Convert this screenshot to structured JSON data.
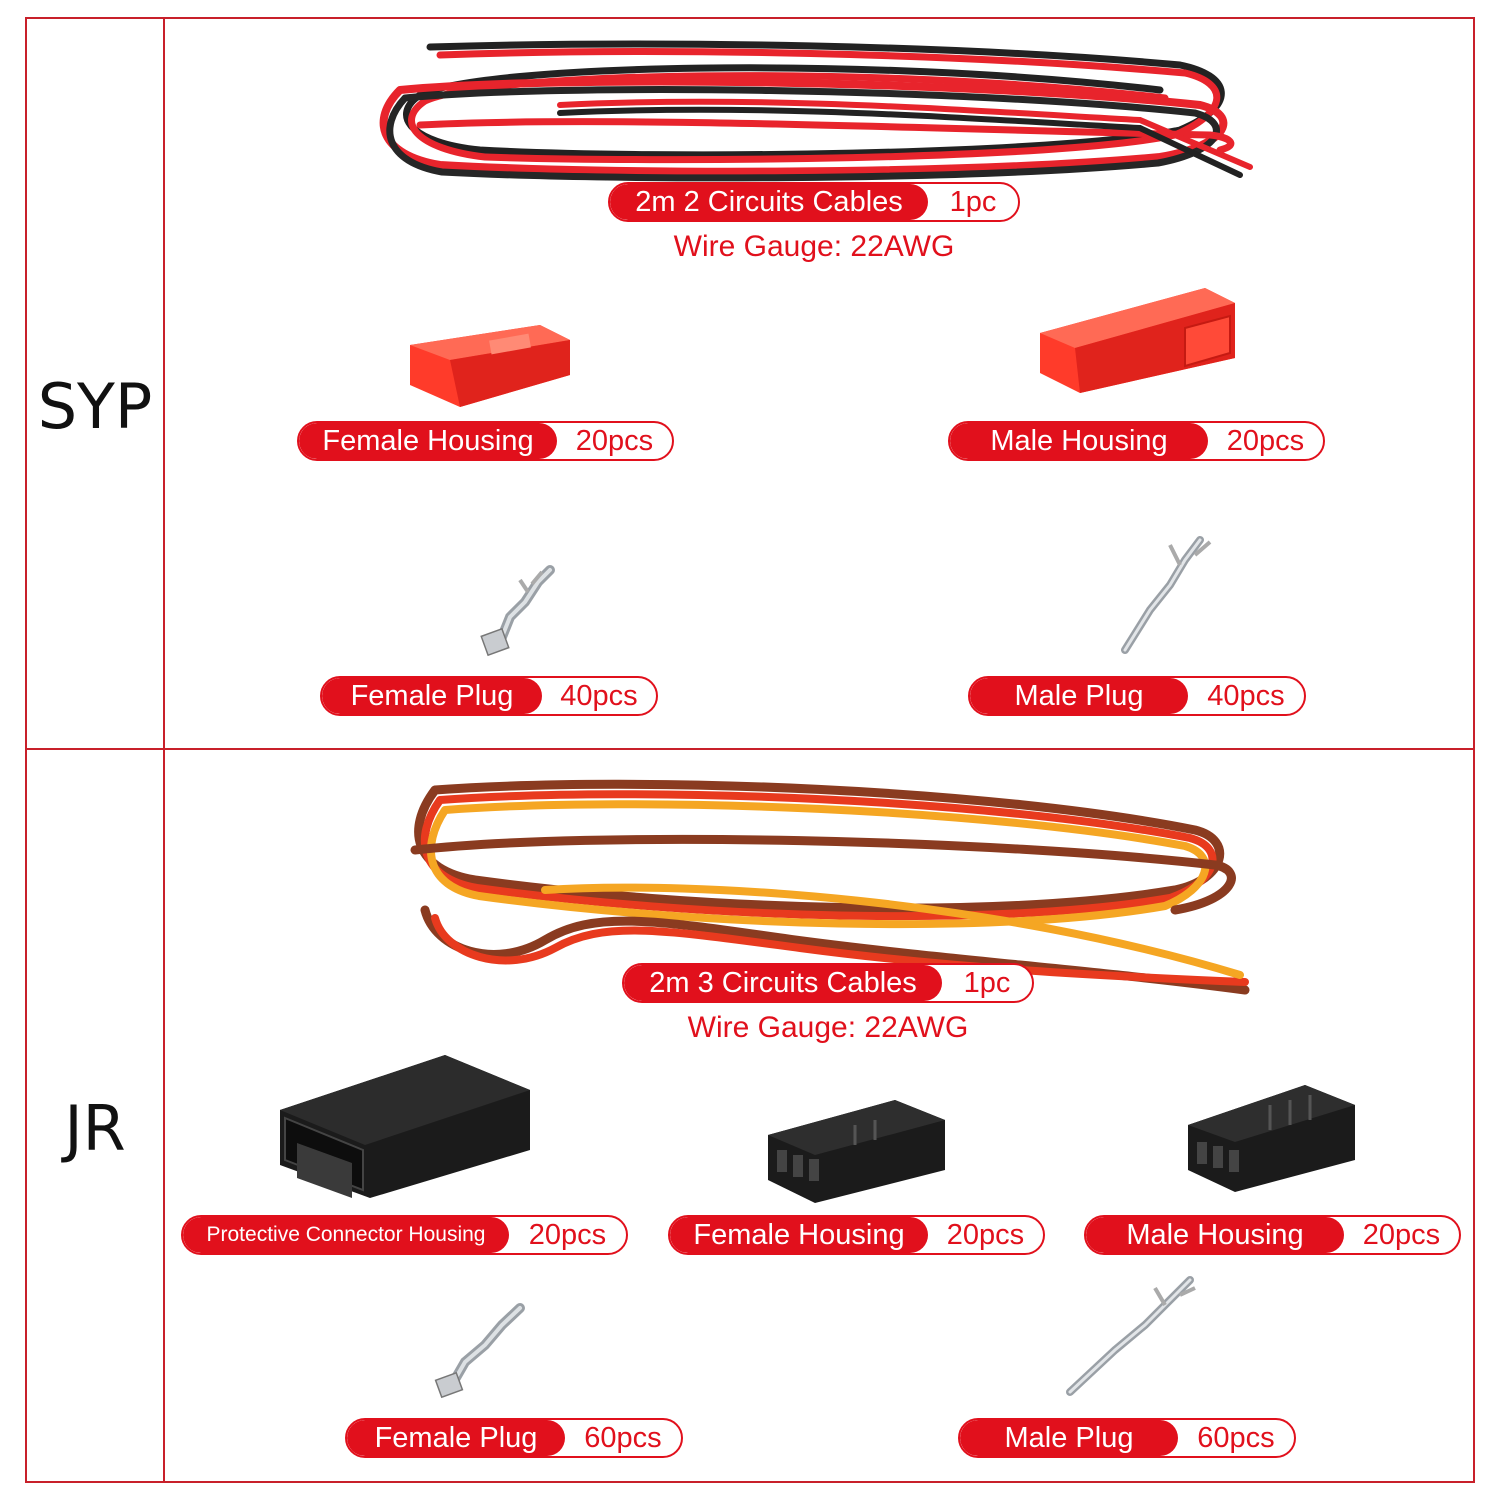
{
  "colors": {
    "accent": "#e1101c",
    "border": "#c8202a"
  },
  "sections": [
    {
      "label": "SYP",
      "cable": {
        "name": "2m 2 Circuits Cables",
        "qty": "1pc",
        "note": "Wire Gauge: 22AWG"
      },
      "parts": [
        {
          "name": "Female Housing",
          "qty": "20pcs"
        },
        {
          "name": "Male Housing",
          "qty": "20pcs"
        },
        {
          "name": "Female Plug",
          "qty": "40pcs"
        },
        {
          "name": "Male Plug",
          "qty": "40pcs"
        }
      ]
    },
    {
      "label": "JR",
      "cable": {
        "name": "2m 3 Circuits Cables",
        "qty": "1pc",
        "note": "Wire Gauge: 22AWG"
      },
      "parts": [
        {
          "name": "Protective Connector Housing",
          "qty": "20pcs"
        },
        {
          "name": "Female Housing",
          "qty": "20pcs"
        },
        {
          "name": "Male Housing",
          "qty": "20pcs"
        },
        {
          "name": "Female Plug",
          "qty": "60pcs"
        },
        {
          "name": "Male Plug",
          "qty": "60pcs"
        }
      ]
    }
  ]
}
